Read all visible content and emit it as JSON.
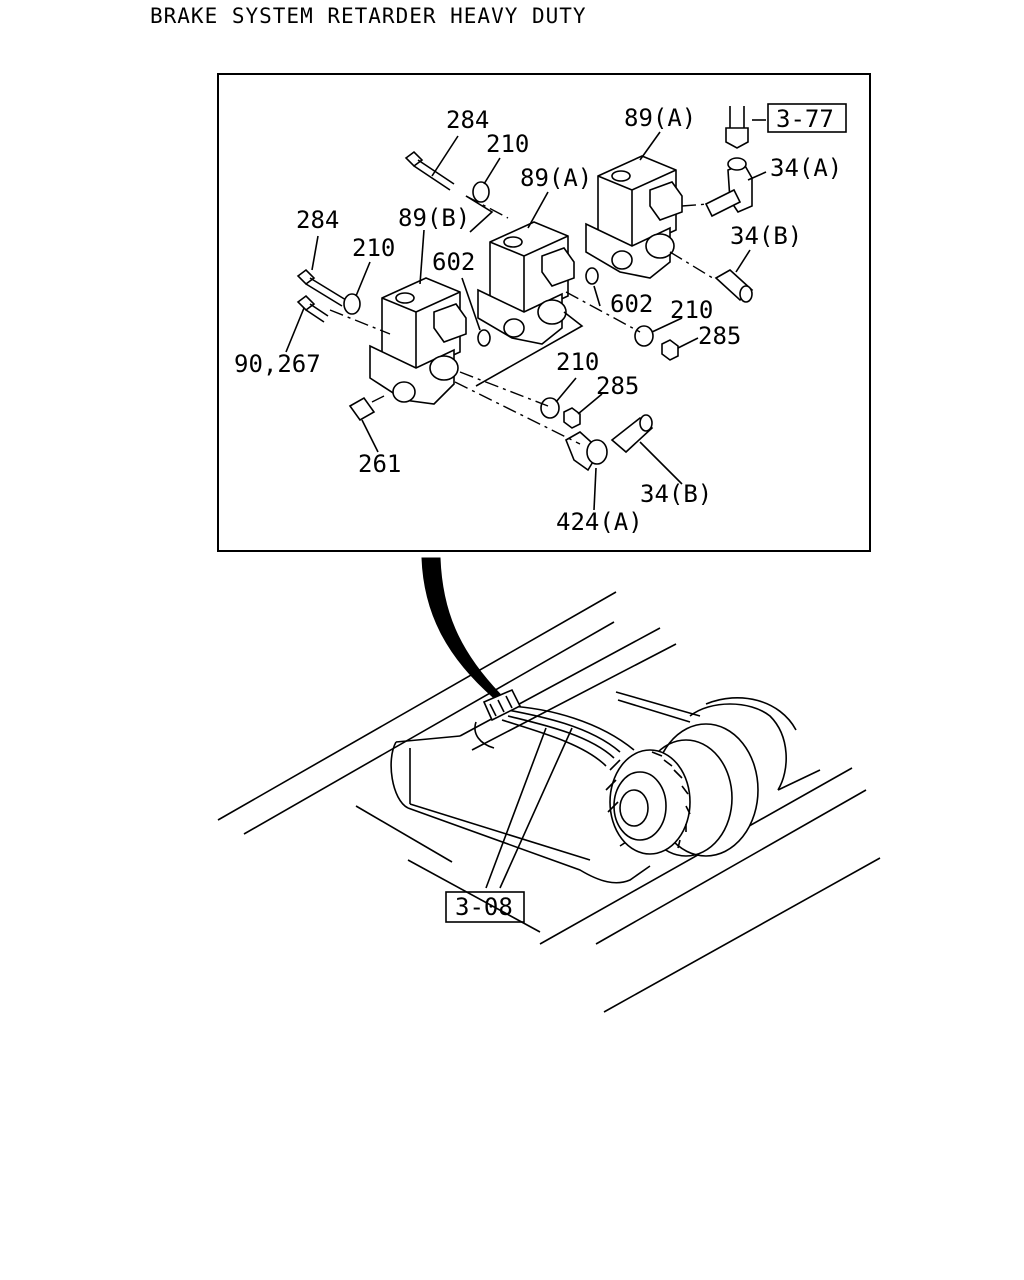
{
  "title": "BRAKE SYSTEM RETARDER HEAVY DUTY",
  "colors": {
    "ink": "#000000",
    "paper": "#ffffff"
  },
  "labels": {
    "l284a": "284",
    "l210a": "210",
    "l89Aa": "89(A)",
    "l89Ab": "89(A)",
    "l34Aa": "34(A)",
    "l34Ba": "34(B)",
    "l284b": "284",
    "l210b": "210",
    "l89B": "89(B)",
    "l602a": "602",
    "l602b": "602",
    "l210c": "210",
    "l285a": "285",
    "l90267": "90,267",
    "l210d": "210",
    "l285b": "285",
    "l261": "261",
    "l34Bb": "34(B)",
    "l424A": "424(A)"
  },
  "refs": {
    "r377": "3-77",
    "r308": "3-08"
  }
}
